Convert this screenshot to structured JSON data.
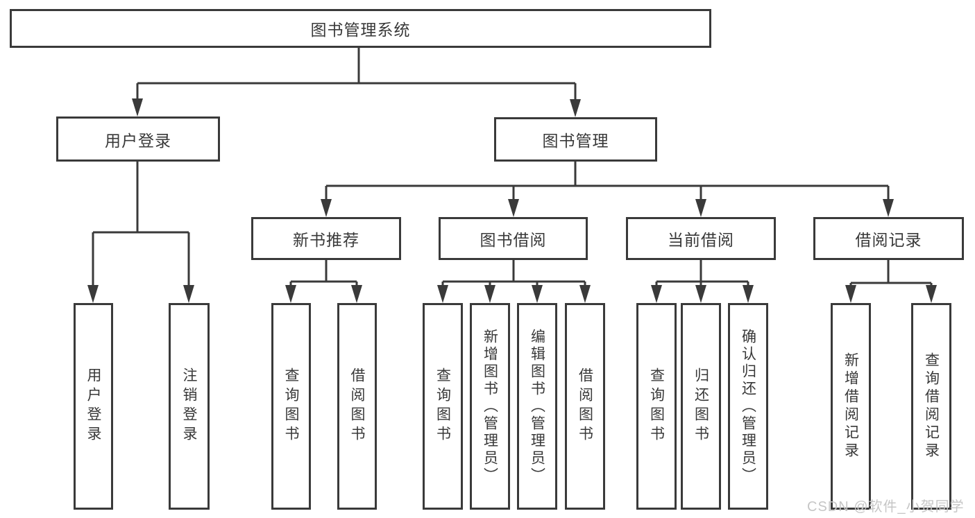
{
  "diagram_title": "图书管理系统",
  "nodes": {
    "root": {
      "label": "图书管理系统"
    },
    "level2": [
      {
        "label": "用户登录"
      },
      {
        "label": "图书管理"
      }
    ],
    "level3": [
      {
        "label": "新书推荐",
        "parent": "图书管理"
      },
      {
        "label": "图书借阅",
        "parent": "图书管理"
      },
      {
        "label": "当前借阅",
        "parent": "图书管理"
      },
      {
        "label": "借阅记录",
        "parent": "图书管理"
      }
    ],
    "leaves": [
      {
        "label": "用户登录",
        "parent": "用户登录"
      },
      {
        "label": "注销登录",
        "parent": "用户登录"
      },
      {
        "label": "查询图书",
        "parent": "新书推荐"
      },
      {
        "label": "借阅图书",
        "parent": "新书推荐"
      },
      {
        "label": "查询图书",
        "parent": "图书借阅"
      },
      {
        "label": "新增图书（管理员）",
        "parent": "图书借阅"
      },
      {
        "label": "编辑图书（管理员）",
        "parent": "图书借阅"
      },
      {
        "label": "借阅图书",
        "parent": "图书借阅"
      },
      {
        "label": "查询图书",
        "parent": "当前借阅"
      },
      {
        "label": "归还图书",
        "parent": "当前借阅"
      },
      {
        "label": "确认归还（管理员）",
        "parent": "当前借阅"
      },
      {
        "label": "新增借阅记录",
        "parent": "借阅记录"
      },
      {
        "label": "查询借阅记录",
        "parent": "借阅记录"
      }
    ]
  },
  "watermark": {
    "text": "CSDN @软件_小贺同学"
  },
  "colors": {
    "line": "#3a3a3a",
    "box_border": "#3a3a3a",
    "text": "#383838",
    "watermark": "#c6c6c6",
    "background": "#ffffff"
  }
}
